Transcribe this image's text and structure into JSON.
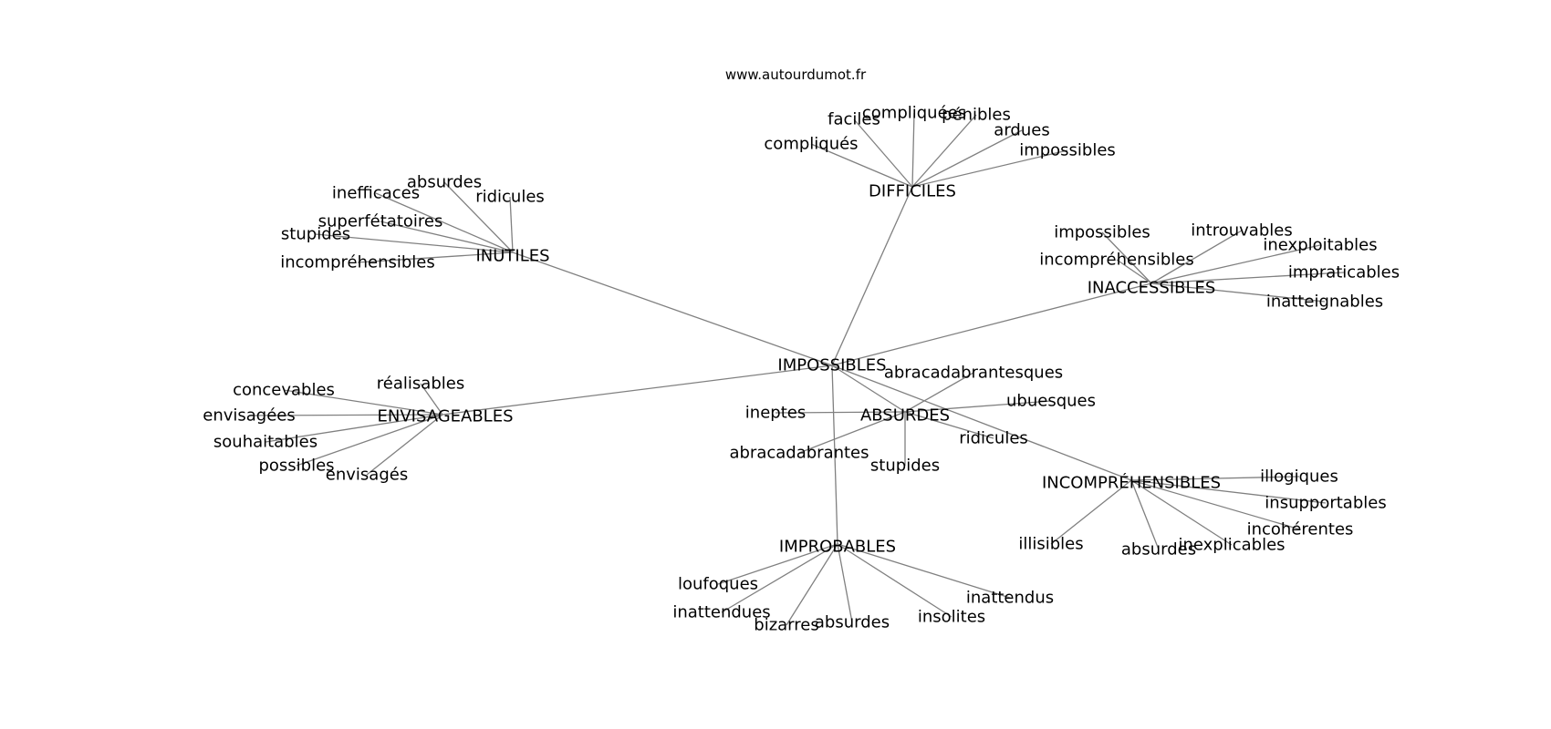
{
  "watermark": "www.autourdumot.fr",
  "colors": {
    "edge": "#808080",
    "text": "#000000",
    "background": "#ffffff"
  },
  "graph": {
    "root": "IMPOSSIBLES",
    "nodes": [
      {
        "id": "IMPOSSIBLES",
        "label": "IMPOSSIBLES"
      },
      {
        "id": "DIFFICILES",
        "label": "DIFFICILES"
      },
      {
        "id": "INUTILES",
        "label": "INUTILES"
      },
      {
        "id": "INACCESSIBLES",
        "label": "INACCESSIBLES"
      },
      {
        "id": "ENVISAGEABLES",
        "label": "ENVISAGEABLES"
      },
      {
        "id": "ABSURDES",
        "label": "ABSURDES"
      },
      {
        "id": "INCOMPREHENSIBLES",
        "label": "INCOMPRÉHENSIBLES"
      },
      {
        "id": "IMPROBABLES",
        "label": "IMPROBABLES"
      },
      {
        "id": "dif-compliquees",
        "label": "compliquées"
      },
      {
        "id": "dif-faciles",
        "label": "faciles"
      },
      {
        "id": "dif-penibles",
        "label": "pénibles"
      },
      {
        "id": "dif-ardues",
        "label": "ardues"
      },
      {
        "id": "dif-compliques",
        "label": "compliqués"
      },
      {
        "id": "dif-impossibles",
        "label": "impossibles"
      },
      {
        "id": "inu-absurdes",
        "label": "absurdes"
      },
      {
        "id": "inu-inefficaces",
        "label": "inefficaces"
      },
      {
        "id": "inu-ridicules",
        "label": "ridicules"
      },
      {
        "id": "inu-superfetatoires",
        "label": "superfétatoires"
      },
      {
        "id": "inu-stupides",
        "label": "stupides"
      },
      {
        "id": "inu-incomprehensibles",
        "label": "incompréhensibles"
      },
      {
        "id": "ina-impossibles",
        "label": "impossibles"
      },
      {
        "id": "ina-introuvables",
        "label": "introuvables"
      },
      {
        "id": "ina-inexploitables",
        "label": "inexploitables"
      },
      {
        "id": "ina-incomprehensibles",
        "label": "incompréhensibles"
      },
      {
        "id": "ina-impraticables",
        "label": "impraticables"
      },
      {
        "id": "ina-inatteignables",
        "label": "inatteignables"
      },
      {
        "id": "env-concevables",
        "label": "concevables"
      },
      {
        "id": "env-realisables",
        "label": "réalisables"
      },
      {
        "id": "env-envisagees",
        "label": "envisagées"
      },
      {
        "id": "env-souhaitables",
        "label": "souhaitables"
      },
      {
        "id": "env-possibles",
        "label": "possibles"
      },
      {
        "id": "env-envisages",
        "label": "envisagés"
      },
      {
        "id": "abs-abracadabrantesques",
        "label": "abracadabrantesques"
      },
      {
        "id": "abs-ineptes",
        "label": "ineptes"
      },
      {
        "id": "abs-ubuesques",
        "label": "ubuesques"
      },
      {
        "id": "abs-ridicules",
        "label": "ridicules"
      },
      {
        "id": "abs-abracadabrantes",
        "label": "abracadabrantes"
      },
      {
        "id": "abs-stupides",
        "label": "stupides"
      },
      {
        "id": "inc-illogiques",
        "label": "illogiques"
      },
      {
        "id": "inc-insupportables",
        "label": "insupportables"
      },
      {
        "id": "inc-incoherentes",
        "label": "incohérentes"
      },
      {
        "id": "inc-illisibles",
        "label": "illisibles"
      },
      {
        "id": "inc-absurdes",
        "label": "absurdes"
      },
      {
        "id": "inc-inexplicables",
        "label": "inexplicables"
      },
      {
        "id": "imp-loufoques",
        "label": "loufoques"
      },
      {
        "id": "imp-inattendus",
        "label": "inattendus"
      },
      {
        "id": "imp-inattendues",
        "label": "inattendues"
      },
      {
        "id": "imp-insolites",
        "label": "insolites"
      },
      {
        "id": "imp-bizarres",
        "label": "bizarres"
      },
      {
        "id": "imp-absurdes",
        "label": "absurdes"
      }
    ],
    "edges": [
      [
        "IMPOSSIBLES",
        "DIFFICILES"
      ],
      [
        "IMPOSSIBLES",
        "INUTILES"
      ],
      [
        "IMPOSSIBLES",
        "INACCESSIBLES"
      ],
      [
        "IMPOSSIBLES",
        "ENVISAGEABLES"
      ],
      [
        "IMPOSSIBLES",
        "ABSURDES"
      ],
      [
        "IMPOSSIBLES",
        "INCOMPREHENSIBLES"
      ],
      [
        "IMPOSSIBLES",
        "IMPROBABLES"
      ],
      [
        "DIFFICILES",
        "dif-compliquees"
      ],
      [
        "DIFFICILES",
        "dif-faciles"
      ],
      [
        "DIFFICILES",
        "dif-penibles"
      ],
      [
        "DIFFICILES",
        "dif-ardues"
      ],
      [
        "DIFFICILES",
        "dif-compliques"
      ],
      [
        "DIFFICILES",
        "dif-impossibles"
      ],
      [
        "INUTILES",
        "inu-absurdes"
      ],
      [
        "INUTILES",
        "inu-inefficaces"
      ],
      [
        "INUTILES",
        "inu-ridicules"
      ],
      [
        "INUTILES",
        "inu-superfetatoires"
      ],
      [
        "INUTILES",
        "inu-stupides"
      ],
      [
        "INUTILES",
        "inu-incomprehensibles"
      ],
      [
        "INACCESSIBLES",
        "ina-impossibles"
      ],
      [
        "INACCESSIBLES",
        "ina-introuvables"
      ],
      [
        "INACCESSIBLES",
        "ina-inexploitables"
      ],
      [
        "INACCESSIBLES",
        "ina-incomprehensibles"
      ],
      [
        "INACCESSIBLES",
        "ina-impraticables"
      ],
      [
        "INACCESSIBLES",
        "ina-inatteignables"
      ],
      [
        "ENVISAGEABLES",
        "env-concevables"
      ],
      [
        "ENVISAGEABLES",
        "env-realisables"
      ],
      [
        "ENVISAGEABLES",
        "env-envisagees"
      ],
      [
        "ENVISAGEABLES",
        "env-souhaitables"
      ],
      [
        "ENVISAGEABLES",
        "env-possibles"
      ],
      [
        "ENVISAGEABLES",
        "env-envisages"
      ],
      [
        "ABSURDES",
        "abs-abracadabrantesques"
      ],
      [
        "ABSURDES",
        "abs-ineptes"
      ],
      [
        "ABSURDES",
        "abs-ubuesques"
      ],
      [
        "ABSURDES",
        "abs-ridicules"
      ],
      [
        "ABSURDES",
        "abs-abracadabrantes"
      ],
      [
        "ABSURDES",
        "abs-stupides"
      ],
      [
        "INCOMPREHENSIBLES",
        "inc-illogiques"
      ],
      [
        "INCOMPREHENSIBLES",
        "inc-insupportables"
      ],
      [
        "INCOMPREHENSIBLES",
        "inc-incoherentes"
      ],
      [
        "INCOMPREHENSIBLES",
        "inc-illisibles"
      ],
      [
        "INCOMPREHENSIBLES",
        "inc-absurdes"
      ],
      [
        "INCOMPREHENSIBLES",
        "inc-inexplicables"
      ],
      [
        "IMPROBABLES",
        "imp-loufoques"
      ],
      [
        "IMPROBABLES",
        "imp-inattendus"
      ],
      [
        "IMPROBABLES",
        "imp-inattendues"
      ],
      [
        "IMPROBABLES",
        "imp-insolites"
      ],
      [
        "IMPROBABLES",
        "imp-bizarres"
      ],
      [
        "IMPROBABLES",
        "imp-absurdes"
      ]
    ]
  }
}
